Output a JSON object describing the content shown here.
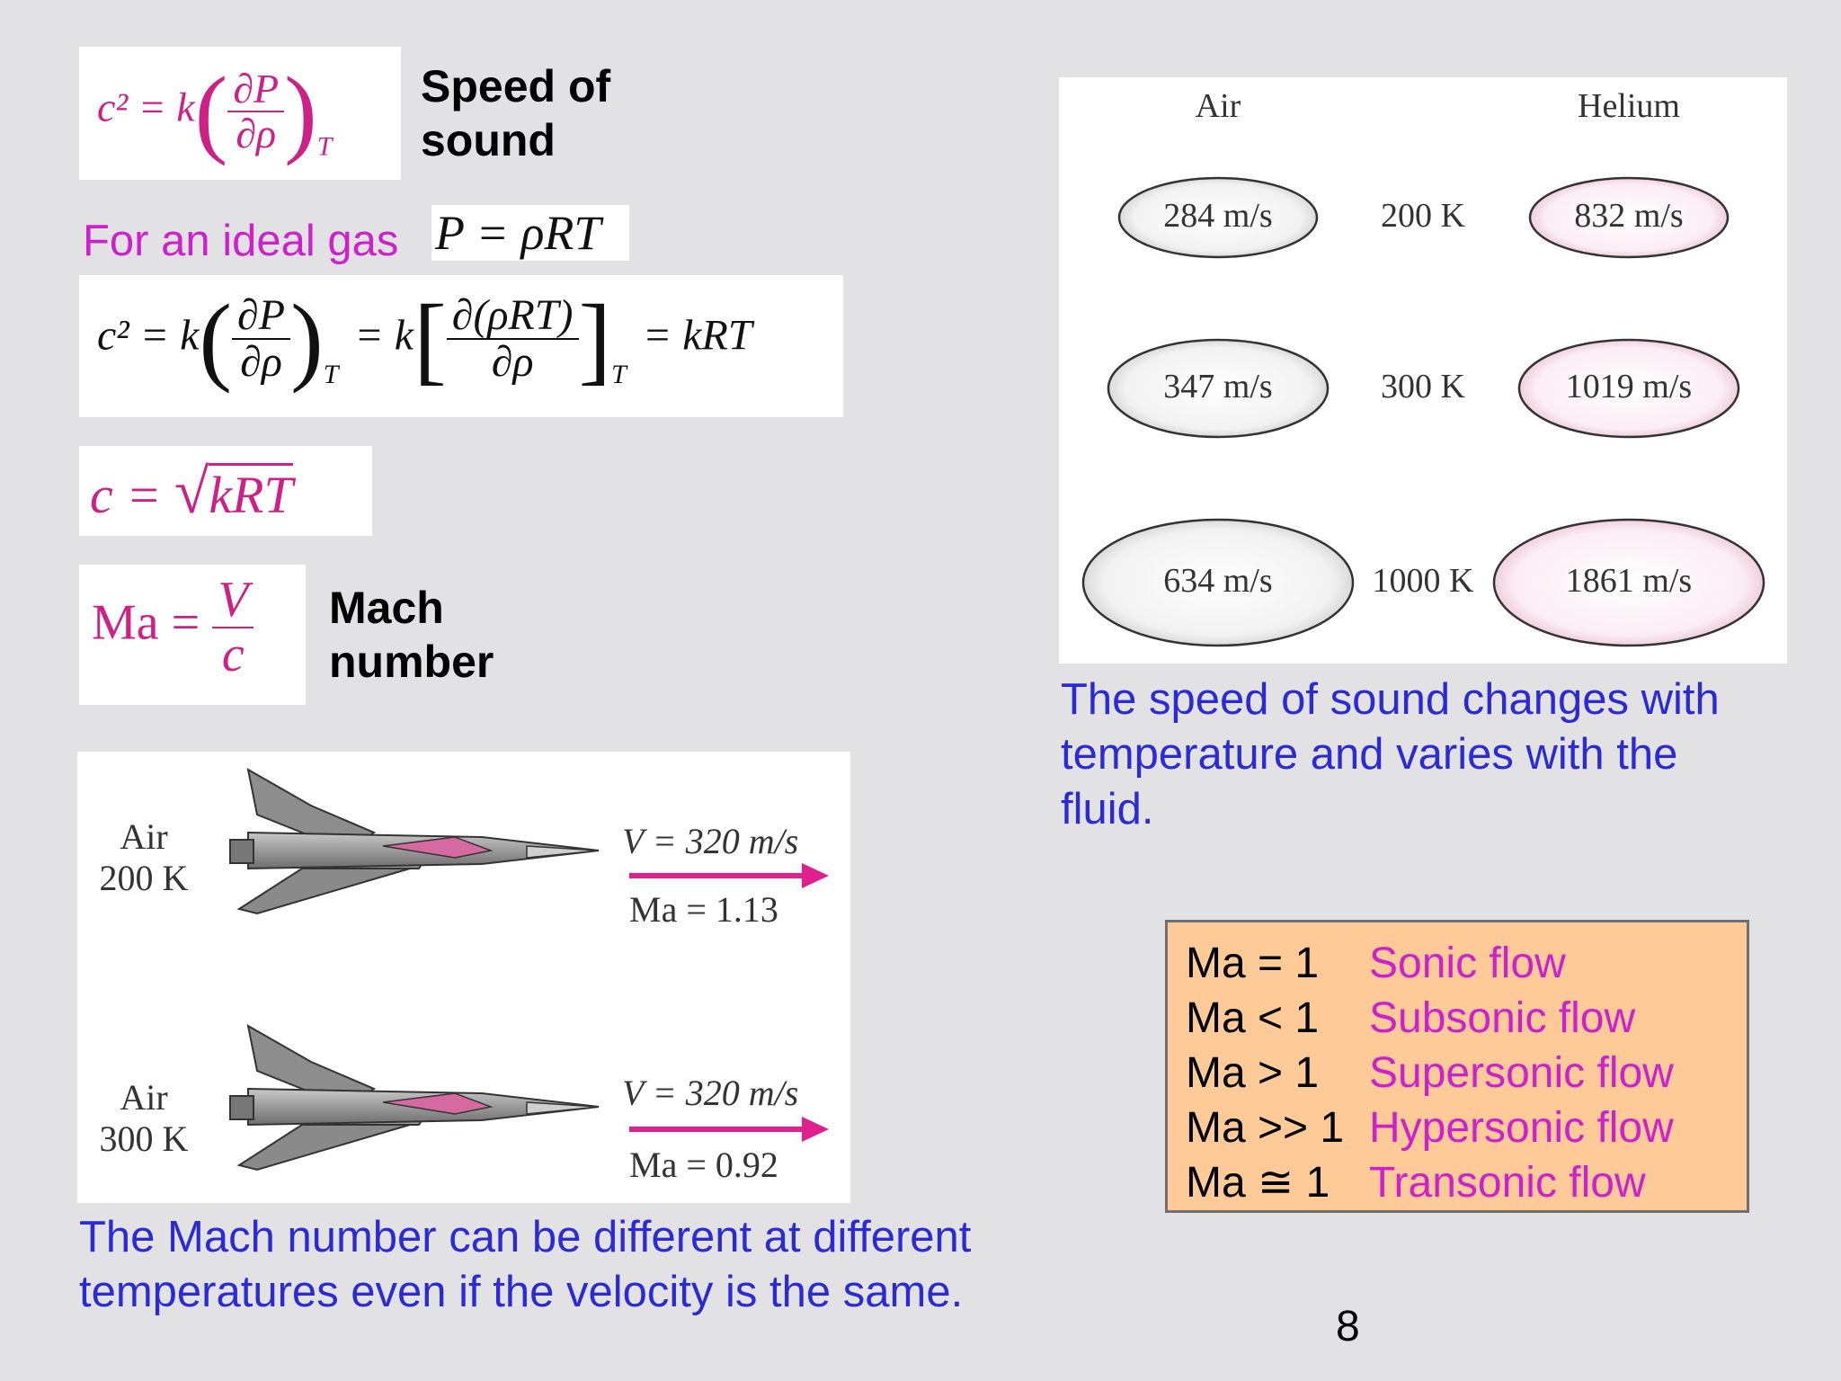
{
  "labels": {
    "speed_of_sound": [
      "Speed of",
      "sound"
    ],
    "ideal_gas": "For an ideal gas",
    "mach_number": [
      "Mach",
      "number"
    ]
  },
  "equations": {
    "speed_sq": {
      "lhs": "c² = k",
      "num": "∂P",
      "den": "∂ρ",
      "sub": "T"
    },
    "ideal_gas_law": "P = ρRT",
    "derivation": {
      "lhs": "c² = k",
      "num1": "∂P",
      "den1": "∂ρ",
      "sub1": "T",
      "mid": "= k",
      "num2": "∂(ρRT)",
      "den2": "∂ρ",
      "sub2": "T",
      "rhs": "= kRT"
    },
    "speed": {
      "lhs": "c =",
      "radicand": "kRT"
    },
    "mach": {
      "lhs": "Ma =",
      "num": "V",
      "den": "c"
    }
  },
  "jets": [
    {
      "fluid": "Air",
      "temp": "200 K",
      "velocity": "V = 320 m/s",
      "mach": "Ma = 1.13"
    },
    {
      "fluid": "Air",
      "temp": "300 K",
      "velocity": "V = 320 m/s",
      "mach": "Ma = 0.92"
    }
  ],
  "jets_caption": [
    "The Mach number can be different at different",
    "temperatures even if the velocity is the same."
  ],
  "clouds": {
    "headers": [
      "Air",
      "Helium"
    ],
    "rows": [
      {
        "air": "284 m/s",
        "temp": "200 K",
        "helium": "832 m/s"
      },
      {
        "air": "347 m/s",
        "temp": "300 K",
        "helium": "1019 m/s"
      },
      {
        "air": "634 m/s",
        "temp": "1000 K",
        "helium": "1861 m/s"
      }
    ]
  },
  "clouds_caption": [
    "The speed of sound changes with",
    "temperature and varies with the",
    "fluid."
  ],
  "flow_regimes": [
    {
      "ma": "Ma = 1",
      "flow": "Sonic flow"
    },
    {
      "ma": "Ma < 1",
      "flow": "Subsonic flow"
    },
    {
      "ma": "Ma > 1",
      "flow": "Supersonic flow"
    },
    {
      "ma": "Ma >> 1",
      "flow": "Hypersonic flow"
    },
    {
      "ma": "Ma ≅ 1",
      "flow": "Transonic flow"
    }
  ],
  "page_number": "8",
  "colors": {
    "background": "#e2e2e4",
    "equation": "#cc2288",
    "caption": "#2b2bd6",
    "flow": "#cc22cc",
    "table_bg": "#fecb98"
  }
}
